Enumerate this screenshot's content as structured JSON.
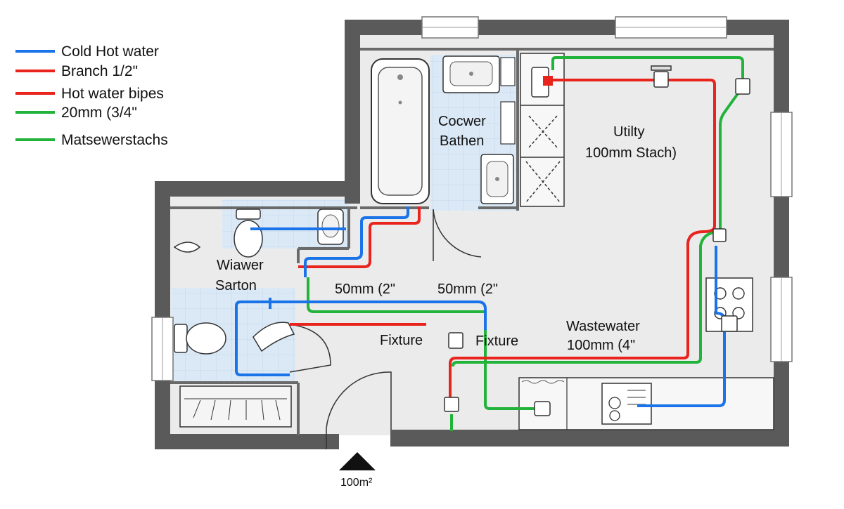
{
  "legend": {
    "items": [
      {
        "label": "Cold Hot water",
        "color": "#1a73e8"
      },
      {
        "label": "Branch 1/2\"",
        "color": "#e8241c"
      },
      {
        "label": "Hot water bipes",
        "color": "#e8241c"
      },
      {
        "label": "20mm (3/4\"",
        "color": "#22b33a"
      },
      {
        "label": "Matsewerstachs",
        "color": "#22b33a"
      }
    ]
  },
  "rooms": {
    "bath_name_1": "Cocwer",
    "bath_name_2": "Bathen",
    "utility_name": "Utilty",
    "utility_sub": "100mm Stach)",
    "washroom_1": "Wiawer",
    "washroom_2": "Sarton"
  },
  "labels": {
    "pipe_50_a": "50mm (2\"",
    "pipe_50_b": "50mm (2\"",
    "fixture_a": "Fixture",
    "fixture_b": "Fixture",
    "wastewater": "Wastewater",
    "wastewater_size": "100mm (4\""
  },
  "area": "100m²",
  "colors": {
    "cold": "#1a73e8",
    "hot": "#e8241c",
    "waste": "#22b33a",
    "wall": "#5a5a5a",
    "floor": "#ebebeb",
    "tile": "#dbe9f6"
  }
}
